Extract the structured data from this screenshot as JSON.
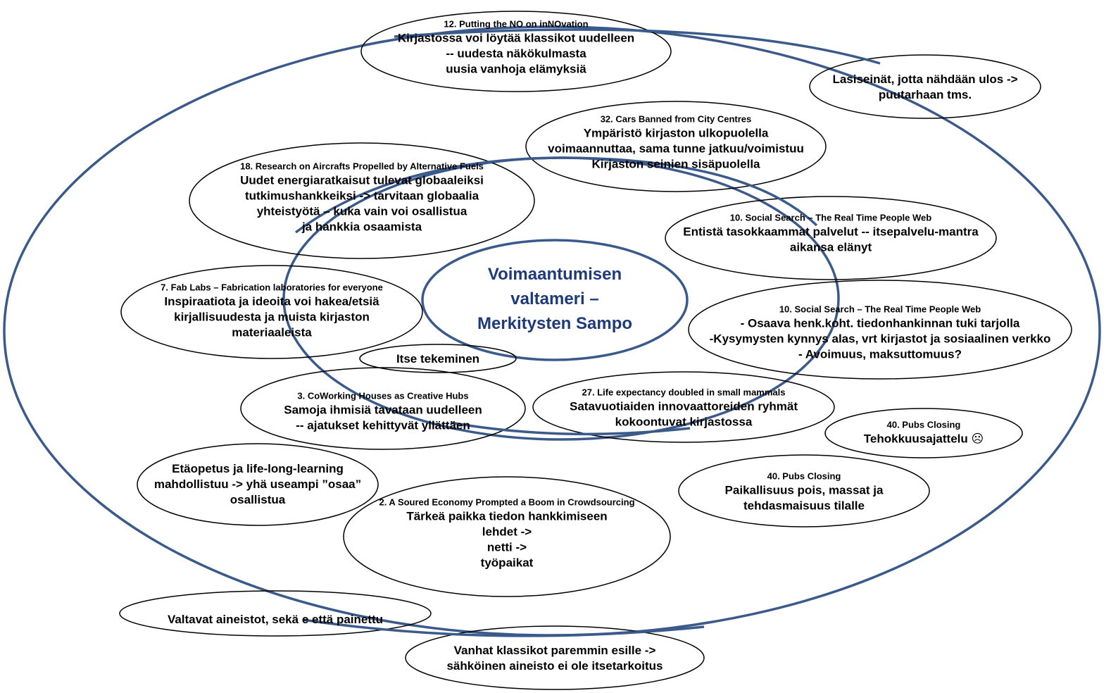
{
  "center": {
    "lines": [
      "Voimaantumisen",
      "valtameri –",
      "Merkitysten Sampo"
    ],
    "color": "#1f3a7a"
  },
  "colors": {
    "frame": "#3b5a8c",
    "bubble_stroke": "#000000"
  },
  "bubbles": [
    {
      "heading": "12. Putting the NO on inNOvation",
      "lines": [
        "Kirjastossa voi löytää klassikot uudelleen",
        "-- uudesta näkökulmasta",
        "uusia vanhoja elämyksiä"
      ]
    },
    {
      "heading": "",
      "lines": [
        "Lasiseinät, jotta nähdään ulos ->",
        "puutarhaan tms."
      ]
    },
    {
      "heading": "32. Cars Banned from City Centres",
      "lines": [
        "Ympäristö kirjaston ulkopuolella",
        "voimaannuttaa, sama tunne jatkuu/voimistuu",
        "Kirjaston seinien sisäpuolella"
      ]
    },
    {
      "heading": "18. Research on Aircrafts Propelled by Alternative Fuels",
      "lines": [
        "Uudet energiaratkaisut tulevat globaaleiksi",
        "tutkimushankkeiksi -> tarvitaan globaalia",
        "yhteistyötä – kuka vain voi osallistua",
        "ja hankkia osaamista"
      ]
    },
    {
      "heading": "10. Social Search – The Real Time People Web",
      "lines": [
        "Entistä tasokkaammat palvelut  -- itsepalvelu-mantra",
        "aikansa elänyt"
      ]
    },
    {
      "heading": "7. Fab Labs – Fabrication laboratories for everyone",
      "lines": [
        "Inspiraatiota ja ideoita voi hakea/etsiä",
        "kirjallisuudesta ja muista kirjaston",
        "materiaaleista"
      ]
    },
    {
      "heading": "10. Social Search – The Real Time People Web",
      "lines": [
        "- Osaava henk.koht. tiedonhankinnan tuki tarjolla",
        "-Kysymysten kynnys alas, vrt kirjastot ja sosiaalinen verkko",
        "- Avoimuus, maksuttomuus?"
      ]
    },
    {
      "heading": "",
      "lines": [
        "Itse tekeminen"
      ]
    },
    {
      "heading": "3. CoWorking Houses as Creative Hubs",
      "lines": [
        "Samoja ihmisiä tavataan uudelleen",
        "-- ajatukset kehittyvät yllättäen"
      ]
    },
    {
      "heading": "27. Life expectancy doubled in small mammals",
      "lines": [
        "Satavuotiaiden innovaattoreiden ryhmät",
        "kokoontuvat kirjastossa"
      ]
    },
    {
      "heading": "40. Pubs Closing",
      "lines": [
        "Tehokkuusajattelu ☹"
      ]
    },
    {
      "heading": "",
      "lines": [
        "Etäopetus ja life-long-learning",
        "mahdollistuu -> yhä useampi ”osaa”",
        "osallistua"
      ]
    },
    {
      "heading": "40. Pubs Closing",
      "lines": [
        "Paikallisuus pois, massat ja",
        "tehdasmaisuus tilalle"
      ]
    },
    {
      "heading": "2. A Soured Economy Prompted a Boom in Crowdsourcing",
      "lines": [
        "Tärkeä paikka tiedon hankkimiseen",
        "lehdet ->",
        "netti ->",
        "työpaikat"
      ]
    },
    {
      "heading": "",
      "lines": [
        "Valtavat aineistot, sekä e että painettu"
      ]
    },
    {
      "heading": "",
      "lines": [
        "Vanhat klassikot paremmin esille ->",
        "sähköinen aineisto ei ole itsetarkoitus"
      ]
    }
  ]
}
